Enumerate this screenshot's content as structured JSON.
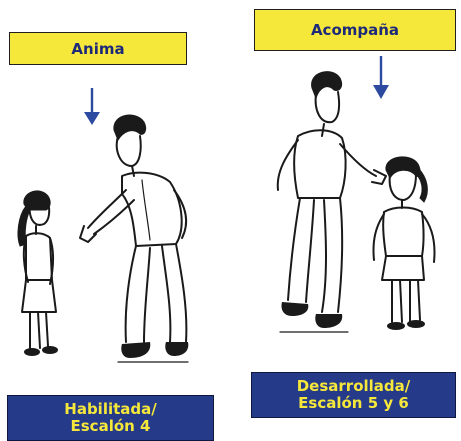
{
  "left": {
    "action_label": "Anima",
    "stage_line1": "Habilitada/",
    "stage_line2": "Escalón 4"
  },
  "right": {
    "action_label": "Acompaña",
    "stage_line1": "Desarrollada/",
    "stage_line2": "Escalón 5 y 6"
  },
  "colors": {
    "label_yellow": "#f6e83a",
    "label_blue": "#253a88",
    "arrow_blue": "#2b4aa0"
  }
}
